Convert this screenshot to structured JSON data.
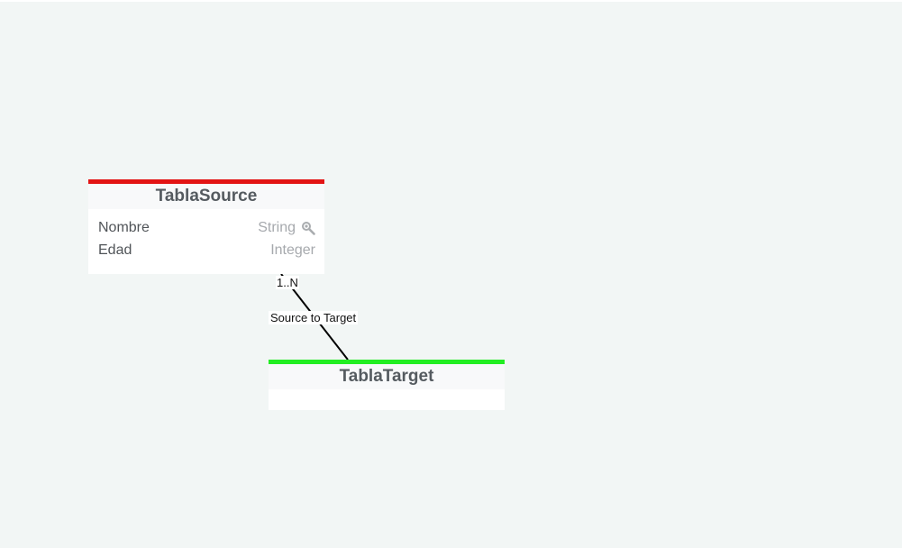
{
  "diagram": {
    "entities": [
      {
        "name": "TablaSource",
        "accent_color": "#e31414",
        "fields": [
          {
            "name": "Nombre",
            "type": "String",
            "key_icon": "magnifier-key-icon"
          },
          {
            "name": "Edad",
            "type": "Integer"
          }
        ]
      },
      {
        "name": "TablaTarget",
        "accent_color": "#22ee22",
        "fields": []
      }
    ],
    "relationship": {
      "label": "Source to Target",
      "cardinality": "1..N",
      "from": "TablaSource",
      "to": "TablaTarget"
    }
  }
}
